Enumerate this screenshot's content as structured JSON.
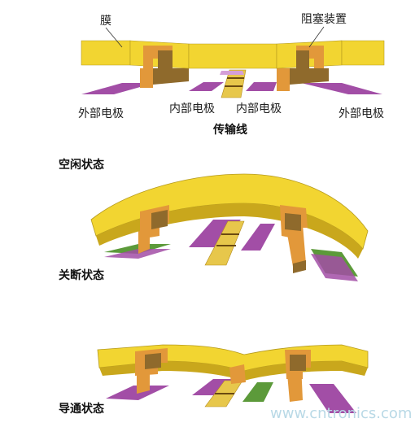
{
  "labels": {
    "membrane": "膜",
    "anchor": "阻塞装置",
    "outer_electrode_left": "外部电极",
    "inner_electrode_left": "内部电极",
    "inner_electrode_right": "内部电极",
    "outer_electrode_right": "外部电极",
    "transmission_line": "传输线"
  },
  "states": [
    {
      "label": "空闲状态"
    },
    {
      "label": "关断状态"
    },
    {
      "label": "导通状态"
    }
  ],
  "watermark": "www.cntronics.com",
  "colors": {
    "membrane_yellow": "#f2d531",
    "membrane_dark": "#c9a71c",
    "anchor_orange": "#e2983a",
    "anchor_brown": "#8f6a2c",
    "electrode_purple": "#a24ea6",
    "electrode_light": "#d49fd8",
    "electrode_green": "#5c9a3a",
    "line_yellow": "#e7c74b"
  }
}
